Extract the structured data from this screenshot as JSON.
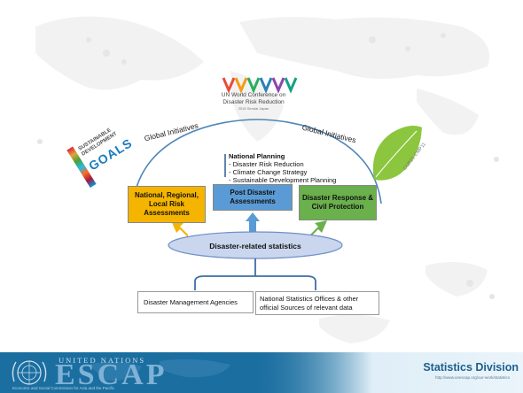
{
  "conference": {
    "line1": "UN World Conference on",
    "line2": "Disaster Risk Reduction",
    "line3": "2015 Sendai Japan"
  },
  "global_initiatives_left": "Global Initiatives",
  "global_initiatives_right": "Global Initiatives",
  "sdg_logo": {
    "line1": "SUSTAINABLE",
    "line2": "DEVELOPMENT",
    "line3": "GOALS"
  },
  "paris_logo": {
    "line1": "PARIS2015",
    "line2": "COP21·CMP11"
  },
  "national_planning": {
    "heading": "National Planning",
    "items": [
      "- Disaster Risk Reduction",
      "- Climate Change Strategy",
      "- Sustainable Development Planning"
    ]
  },
  "boxes": {
    "national": "National, Regional, Local Risk Assessments",
    "post": "Post Disaster Assessments",
    "response": "Disaster Response & Civil Protection"
  },
  "center": "Disaster-related statistics",
  "sources": {
    "left": "Disaster Management Agencies",
    "right": "National Statistics Offices & other official Sources of  relevant data"
  },
  "footer": {
    "un_name": "UNITED NATIONS",
    "escap": "ESCAP",
    "escap_sub": "Economic and Social Commission for Asia and the Pacific",
    "division": "Statistics Division",
    "url": "http://www.unescap.org/our-work/statistics"
  },
  "colors": {
    "yellow_box": "#f4b400",
    "blue_box": "#5b9bd5",
    "green_box": "#6ab04c",
    "footer": "#1a6ea0"
  }
}
